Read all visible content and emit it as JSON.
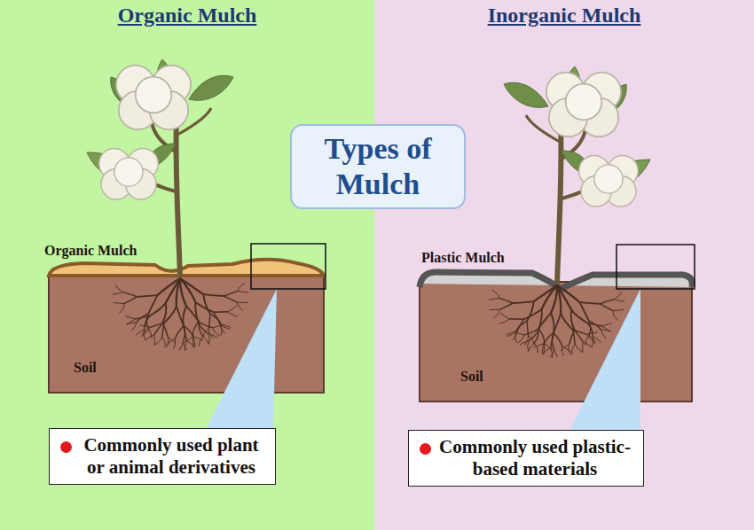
{
  "diagram": {
    "nodes": [
      {
        "text": [
          "Organic Mulch"
        ]
      },
      {
        "text": [
          "Soil"
        ],
        "in": 0
      },
      {
        "text": [
          "Commonly used plant or animal derivatives"
        ],
        "in": 0
      },
      {
        "text": [
          "Types of Mulch"
        ]
      },
      {
        "text": [
          "Inorganic Mulch"
        ]
      },
      {
        "text": [
          "Soil"
        ],
        "in": 4
      },
      {
        "text": [
          "Commonly used plastic-based materials"
        ],
        "in": 4
      }
    ],
    "labels": [
      "Organic Mulch",
      "Plastic Mulch"
    ]
  }
}
